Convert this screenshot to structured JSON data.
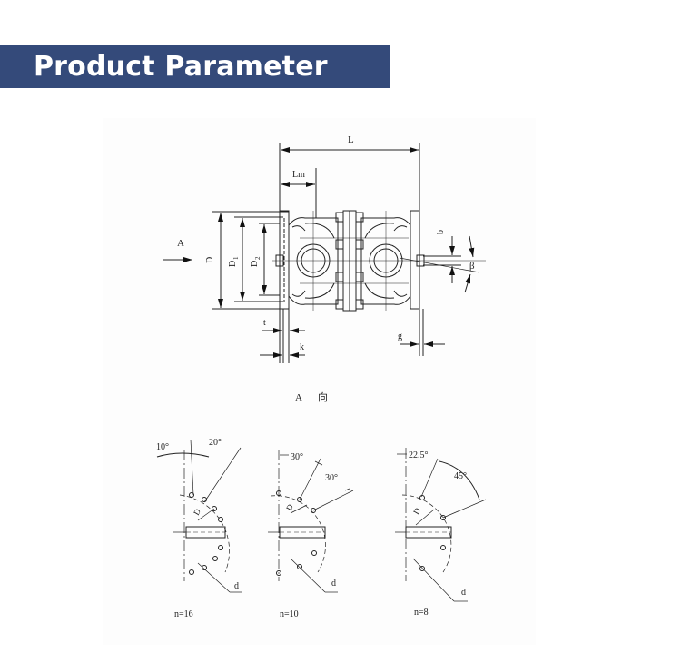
{
  "header": {
    "title": "Product Parameter",
    "banner_color": "#344a7a",
    "text_color": "#ffffff"
  },
  "main_drawing": {
    "view_arrow_label": "A",
    "dimensions": {
      "overall_length": "L",
      "mount_length": "Lm",
      "flange_outer_diameter": "D",
      "bolt_circle_diameter": "D1",
      "spigot_diameter": "D2",
      "flange_thickness": "t",
      "spigot_depth": "k",
      "spigot_gap": "g",
      "keyway_width": "b",
      "angle": "β"
    },
    "labels": {
      "L": "L",
      "Lm": "Lm",
      "D": "D",
      "D1": "D",
      "D1_sub": "1",
      "D2": "D",
      "D2_sub": "2",
      "t": "t",
      "k": "k",
      "g": "g",
      "b": "b",
      "beta": "β",
      "A": "A"
    }
  },
  "view_caption": {
    "letter": "A",
    "direction_char": "向"
  },
  "bolt_patterns": [
    {
      "n_label": "n=16",
      "offset_angle": "10°",
      "pitch_angle": "20°",
      "circle_label": "D",
      "circle_sub": "1",
      "hole_label": "d"
    },
    {
      "n_label": "n=10",
      "offset_angle": "30°",
      "pitch_angle": "30°",
      "circle_label": "D",
      "circle_sub": "1",
      "hole_label": "d"
    },
    {
      "n_label": "n=8",
      "offset_angle": "22.5°",
      "pitch_angle": "45°",
      "circle_label": "D",
      "circle_sub": "1",
      "hole_label": "d"
    }
  ]
}
